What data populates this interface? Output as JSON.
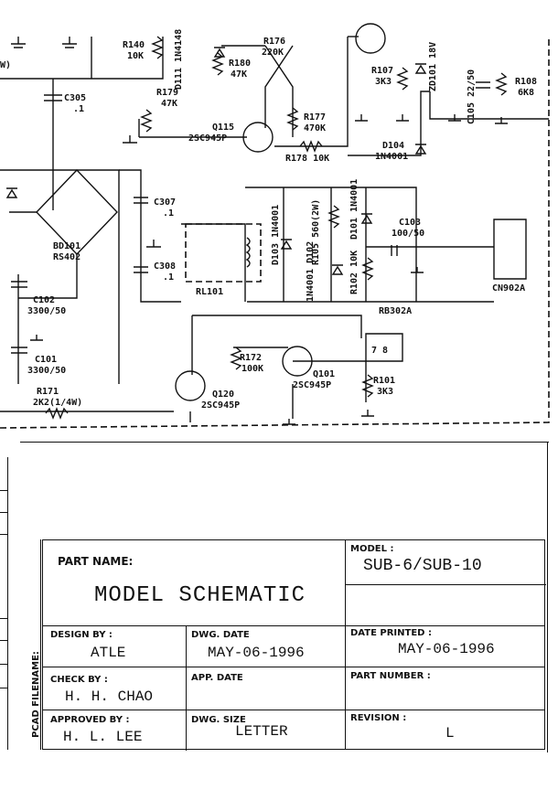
{
  "components": {
    "r140": [
      "R140",
      "10K"
    ],
    "d111": "D111 1N4148",
    "r176": [
      "R176",
      "220K"
    ],
    "r180": [
      "R180",
      "47K"
    ],
    "r179": [
      "R179",
      "47K"
    ],
    "q115": [
      "Q115",
      "2SC945P"
    ],
    "r177": [
      "R177",
      "470K"
    ],
    "r178": "R178  10K",
    "c305": [
      "C305",
      ".1"
    ],
    "r107": [
      "R107",
      "3K3"
    ],
    "zd101": "ZD101 18V",
    "c105": "C105  22/50",
    "r108": [
      "R108",
      "6K8"
    ],
    "d104": [
      "D104",
      "1N4001"
    ],
    "bd101": [
      "BD101",
      "RS402"
    ],
    "c307": [
      "C307",
      ".1"
    ],
    "c308": [
      "C308",
      ".1"
    ],
    "rl101": "RL101",
    "d103": "D103  1N4001",
    "r105": "R105 560(2W)",
    "d101": "D101  1N4001",
    "d102": "1N4001  D102",
    "r102": "R102  10K",
    "c103": [
      "C103",
      "100/50"
    ],
    "cn902a": "CN902A",
    "rb302a": "RB302A",
    "c102": [
      "C102",
      "3300/50"
    ],
    "c101": [
      "C101",
      "3300/50"
    ],
    "r172": [
      "R172",
      "100K"
    ],
    "q101": [
      "Q101",
      "2SC945P"
    ],
    "q120": [
      "Q120",
      "2SC945P"
    ],
    "r101": [
      "R101",
      "3K3"
    ],
    "r171": [
      "R171",
      "2K2(1/4W)"
    ],
    "conn_pins": "7 8",
    "side_w": "W)"
  },
  "title_block": {
    "part_name_label": "PART NAME:",
    "part_name": "MODEL SCHEMATIC",
    "model_label": "MODEL :",
    "model": "SUB-6/SUB-10",
    "design_by_label": "DESIGN BY :",
    "design_by": "ATLE",
    "dwg_date_label": "DWG. DATE",
    "dwg_date": "MAY-06-1996",
    "date_printed_label": "DATE PRINTED :",
    "date_printed": "MAY-06-1996",
    "check_by_label": "CHECK BY :",
    "check_by": "H. H. CHAO",
    "app_date_label": "APP. DATE",
    "part_number_label": "PART NUMBER :",
    "approved_by_label": "APPROVED BY :",
    "approved_by": "H. L. LEE",
    "dwg_size_label": "DWG. SIZE",
    "dwg_size": "LETTER",
    "revision_label": "REVISION :",
    "revision": "L",
    "pcad_label": "PCAD FILENAME:"
  }
}
